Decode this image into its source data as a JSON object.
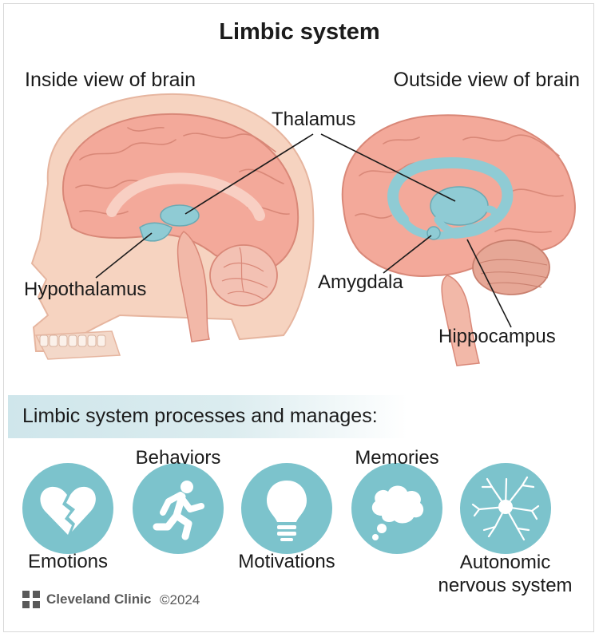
{
  "title": "Limbic system",
  "views": {
    "inside": "Inside view of brain",
    "outside": "Outside view of brain"
  },
  "callouts": {
    "thalamus": "Thalamus",
    "hypothalamus": "Hypothalamus",
    "amygdala": "Amygdala",
    "hippocampus": "Hippocampus"
  },
  "banner": "Limbic system processes and manages:",
  "functions": [
    {
      "label": "Emotions",
      "icon": "broken-heart-icon"
    },
    {
      "label": "Behaviors",
      "icon": "running-person-icon"
    },
    {
      "label": "Motivations",
      "icon": "lightbulb-icon"
    },
    {
      "label": "Memories",
      "icon": "thought-cloud-icon"
    },
    {
      "label": "Autonomic nervous system",
      "icon": "neuron-icon"
    }
  ],
  "footer": {
    "brand": "Cleveland Clinic",
    "copyright": "©2024"
  },
  "colors": {
    "brain": "#f3a99a",
    "brain_dark": "#e08a7a",
    "skull": "#f7d5c3",
    "limbic": "#8fcbd4",
    "icon_circle": "#7cc3cc"
  }
}
